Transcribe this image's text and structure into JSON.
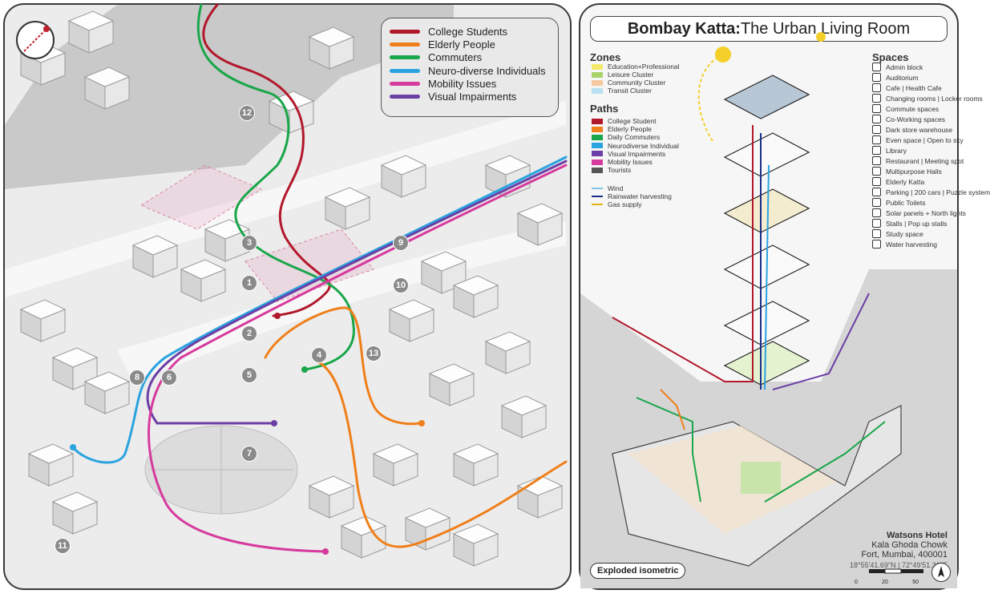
{
  "left_map": {
    "legend": [
      {
        "label": "College Students",
        "color": "#b2182b"
      },
      {
        "label": "Elderly People",
        "color": "#ef7f1a"
      },
      {
        "label": "Commuters",
        "color": "#1aa64a"
      },
      {
        "label": "Neuro-diverse Individuals",
        "color": "#2aa3df"
      },
      {
        "label": "Mobility Issues",
        "color": "#d63a9d"
      },
      {
        "label": "Visual Impairments",
        "color": "#6b3fa5"
      }
    ],
    "landmarks": [
      "1",
      "2",
      "3",
      "4",
      "5",
      "6",
      "7",
      "8",
      "9",
      "10",
      "11",
      "12",
      "13"
    ]
  },
  "right_panel": {
    "title_bold": "Bombay Katta:",
    "title_rest": " The Urban Living Room",
    "zones_heading": "Zones",
    "zones": [
      {
        "label": "Education+Professional",
        "color": "#f2ea6b"
      },
      {
        "label": "Leisure Cluster",
        "color": "#a9d36a"
      },
      {
        "label": "Community Cluster",
        "color": "#f5c9a0"
      },
      {
        "label": "Transit Cluster",
        "color": "#b9e0f0"
      }
    ],
    "paths_heading": "Paths",
    "paths": [
      {
        "label": "College Student",
        "color": "#b2182b"
      },
      {
        "label": "Elderly People",
        "color": "#ef7f1a"
      },
      {
        "label": "Daily Commuters",
        "color": "#1aa64a"
      },
      {
        "label": "Neurodiverse Individual",
        "color": "#2aa3df"
      },
      {
        "label": "Visual Impairments",
        "color": "#6b3fa5"
      },
      {
        "label": "Mobility Issues",
        "color": "#d63a9d"
      },
      {
        "label": "Tourists",
        "color": "#555555"
      }
    ],
    "services": [
      {
        "label": "Wind",
        "color": "#7fc6e8"
      },
      {
        "label": "Rainwater harvesting",
        "color": "#1b2f8a"
      },
      {
        "label": "Gas supply",
        "color": "#e2b714"
      }
    ],
    "spaces_heading": "Spaces",
    "spaces": [
      "Admin block",
      "Auditorium",
      "Cafe | Health Cafe",
      "Changing rooms | Locker rooms",
      "Commute spaces",
      "Co-Working spaces",
      "Dark store warehouse",
      "Even space | Open to sky",
      "Library",
      "Restaurant | Meeting spot",
      "Multipurpose Halls",
      "Elderly Katta",
      "Parking | 200 cars | Puzzle system",
      "Public Toilets",
      "Solar panels + North lights",
      "Stalls | Pop up stalls",
      "Study space",
      "Water harvesting"
    ],
    "address": [
      "Watsons Hotel",
      "Kala Ghoda Chowk",
      "Fort, Mumbai, 400001"
    ],
    "coords": "18°55'41.69\"N | 72°49'51.31\"E",
    "scale": [
      "0",
      "20",
      "50"
    ],
    "view_label": "Exploded isometric"
  }
}
